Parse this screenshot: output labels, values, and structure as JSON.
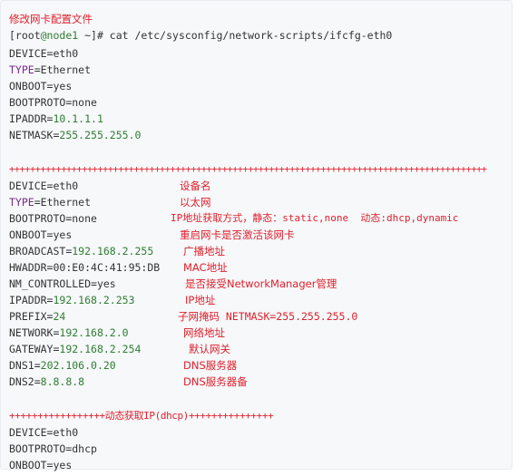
{
  "header_comment": "修改网卡配置文件",
  "prompt": {
    "prefix": "[root",
    "at_host": "@node1",
    "path": " ~]# ",
    "command": "cat /etc/sysconfig/network-scripts/ifcfg-eth0"
  },
  "block1": [
    {
      "key": "DEVICE",
      "value": "eth0"
    },
    {
      "key": "TYPE",
      "value": "Ethernet"
    },
    {
      "key": "ONBOOT",
      "value": "yes"
    },
    {
      "key": "BOOTPROTO",
      "value": "none"
    },
    {
      "key": "IPADDR",
      "value": "10.1.1.1"
    },
    {
      "key": "NETMASK",
      "value": "255.255.255.0"
    }
  ],
  "separator": "++++++++++++++++++++++++++++++++++++++++++++++++++++++++++++++++++++++++++++++++++++++++++++",
  "block2": [
    {
      "key": "DEVICE",
      "value": "eth0",
      "comment": "设备名"
    },
    {
      "key": "TYPE",
      "value": "Ethernet",
      "comment": "以太网"
    },
    {
      "key": "BOOTPROTO",
      "value": "none",
      "comment": "IP地址获取方式，静态：static,none  动态:dhcp,dynamic"
    },
    {
      "key": "ONBOOT",
      "value": "yes",
      "comment": "重启网卡是否激活该网卡"
    },
    {
      "key": "BROADCAST",
      "value": "192.168.2.255",
      "comment": "广播地址"
    },
    {
      "key": "HWADDR",
      "value": "00:E0:4C:41:95:DB",
      "comment": "MAC地址"
    },
    {
      "key": "NM_CONTROLLED",
      "value": "yes",
      "comment": "是否接受NetworkManager管理"
    },
    {
      "key": "IPADDR",
      "value": "192.168.2.253",
      "comment": "IP地址"
    },
    {
      "key": "PREFIX",
      "value": "24",
      "comment": "子网掩码 NETMASK=255.255.255.0"
    },
    {
      "key": "NETWORK",
      "value": "192.168.2.0",
      "comment": "网络地址"
    },
    {
      "key": "GATEWAY",
      "value": "192.168.2.254",
      "comment": "默认网关"
    },
    {
      "key": "DNS1",
      "value": "202.106.0.20",
      "comment": "DNS服务器"
    },
    {
      "key": "DNS2",
      "value": "8.8.8.8",
      "comment": "DNS服务器备"
    }
  ],
  "dhcp_separator": "+++++++++++++++++动态获取IP(dhcp)+++++++++++++++",
  "block3": [
    {
      "key": "DEVICE",
      "value": "eth0"
    },
    {
      "key": "BOOTPROTO",
      "value": "dhcp"
    },
    {
      "key": "ONBOOT",
      "value": "yes"
    }
  ],
  "colors": {
    "comment": "#e0202c",
    "number": "#2f7d32",
    "keyword": "#7a2a8c",
    "background": "#f6f8fa"
  }
}
